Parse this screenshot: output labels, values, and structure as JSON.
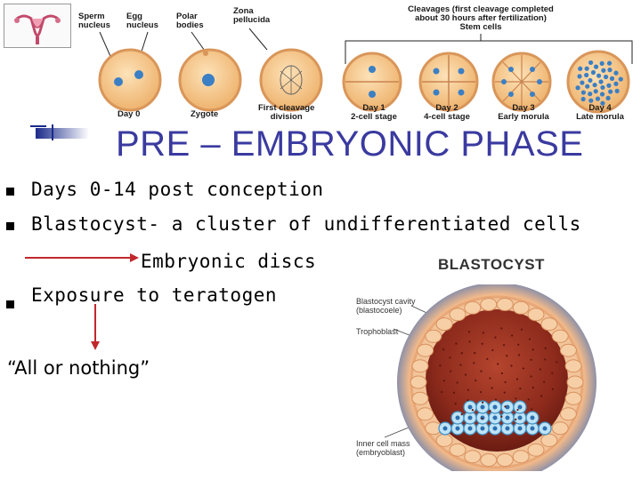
{
  "slide": {
    "title": "PRE – EMBRYONIC PHASE",
    "bullets": [
      "Days 0-14 post conception",
      "Blastocyst- a cluster of undifferentiated cells",
      "Exposure to teratogen"
    ],
    "arrow_result": "Embryonic discs",
    "quote": "“All or nothing”"
  },
  "development_diagram": {
    "top_labels": {
      "sperm_nucleus": [
        "Sperm",
        "nucleus"
      ],
      "egg_nucleus": [
        "Egg",
        "nucleus"
      ],
      "polar_bodies": [
        "Polar",
        "bodies"
      ],
      "zona_pellucida": [
        "Zona",
        "pellucida"
      ],
      "cleavages": [
        "Cleavages (first cleavage completed",
        "about 30 hours after fertilization)"
      ],
      "stem_cells": "Stem cells"
    },
    "stages": [
      {
        "day": "Day 0",
        "sub": ""
      },
      {
        "day": "Zygote",
        "sub": ""
      },
      {
        "day": "First cleavage",
        "sub": "division"
      },
      {
        "day": "Day 1",
        "sub": "2-cell stage"
      },
      {
        "day": "Day 2",
        "sub": "4-cell stage"
      },
      {
        "day": "Day 3",
        "sub": "Early morula"
      },
      {
        "day": "Day 4",
        "sub": "Late morula"
      }
    ]
  },
  "blastocyst": {
    "title": "BLASTOCYST",
    "labels": {
      "cavity": [
        "Blastocyst cavity",
        "(blastocoele)"
      ],
      "trophoblast": "Trophoblast",
      "inner_mass": [
        "Inner cell mass",
        "(embryoblast)"
      ]
    }
  },
  "colors": {
    "title": "#3a3aa0",
    "arrow": "#c0282c",
    "embryo_fill": "#f3c48a",
    "nucleus": "#3b7fc4",
    "cavity": "#a03a2a"
  }
}
